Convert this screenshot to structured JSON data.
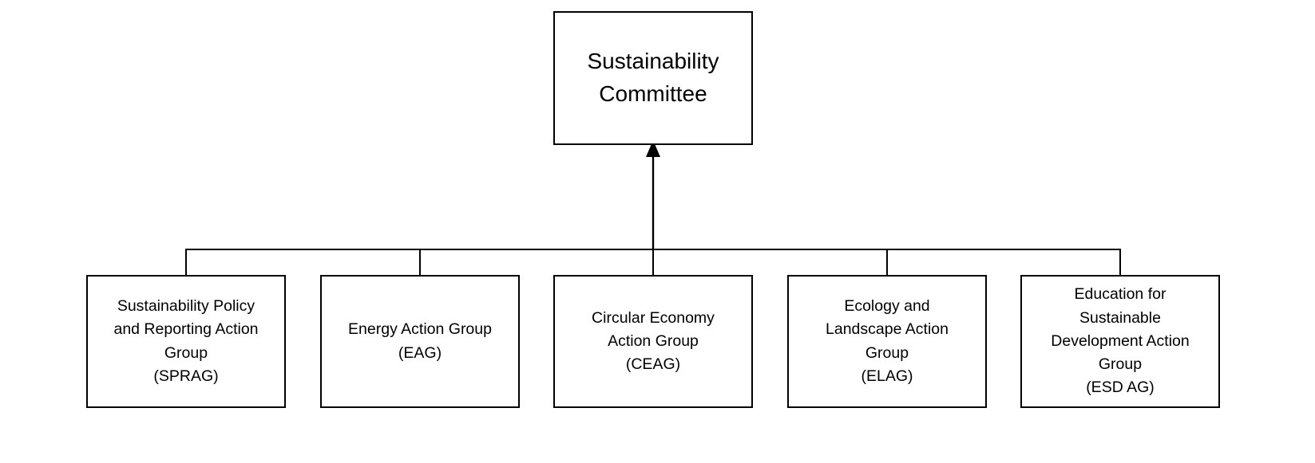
{
  "diagram": {
    "type": "org-chart",
    "root": {
      "label": "Sustainability\nCommittee"
    },
    "groups": [
      {
        "label": "Sustainability Policy\nand Reporting Action\nGroup\n(SPRAG)",
        "abbr": "SPRAG"
      },
      {
        "label": "Energy Action Group\n(EAG)",
        "abbr": "EAG"
      },
      {
        "label": "Circular Economy\nAction Group\n(CEAG)",
        "abbr": "CEAG"
      },
      {
        "label": "Ecology and\nLandscape Action\nGroup\n(ELAG)",
        "abbr": "ELAG"
      },
      {
        "label": "Education for\nSustainable\nDevelopment Action\nGroup\n(ESD AG)",
        "abbr": "ESD AG"
      }
    ],
    "colors": {
      "line": "#000000",
      "text": "#000000",
      "box_fill": "#ffffff",
      "background": "#ffffff"
    }
  }
}
